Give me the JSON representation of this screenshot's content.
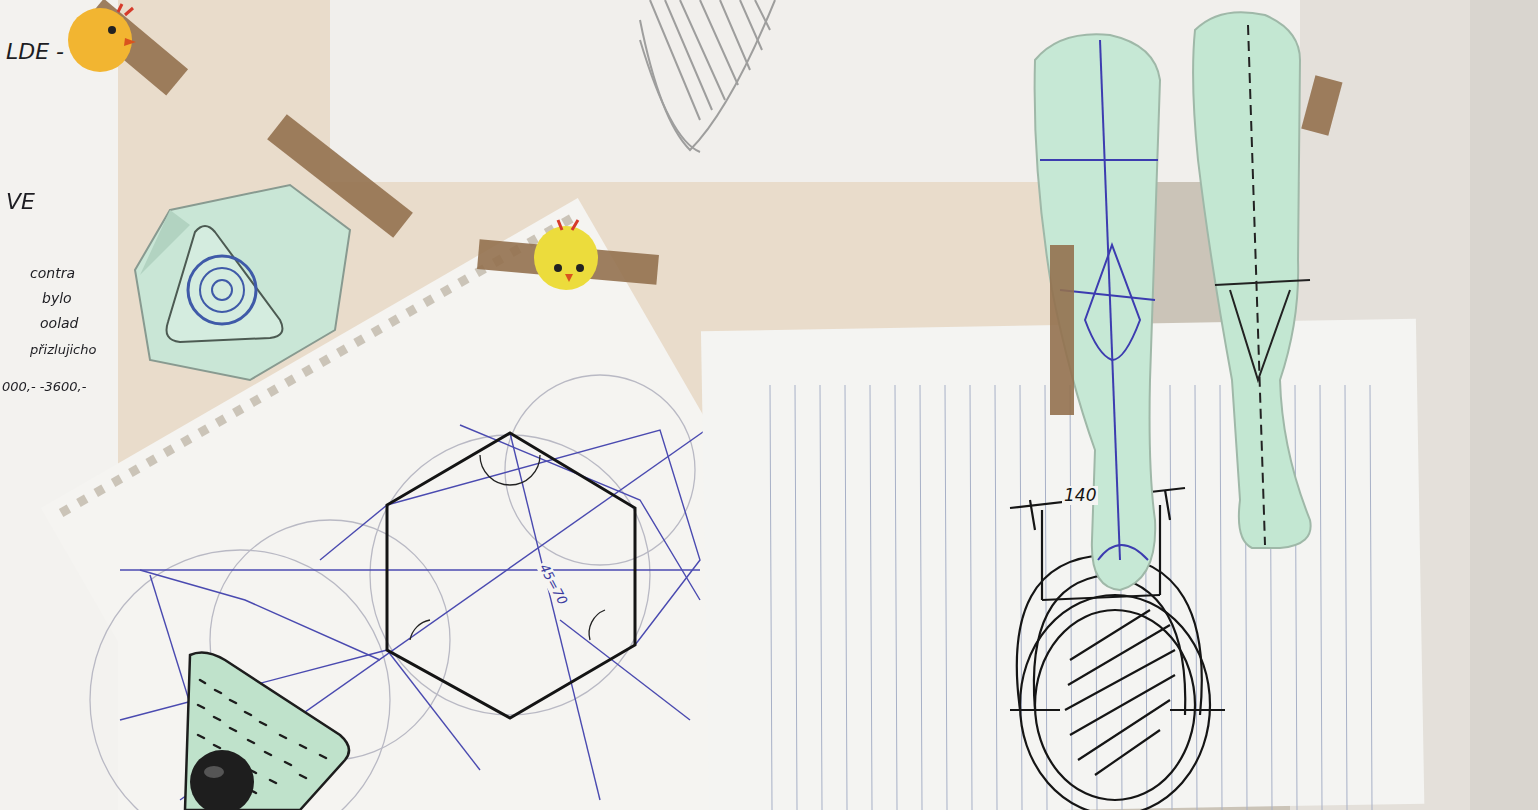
{
  "diagram": {
    "labels": [
      "LDE -",
      "VE",
      "contra",
      "bylo",
      "oolad",
      "přizlujicho",
      "000,- -3600,-",
      "45=70",
      "140"
    ]
  }
}
